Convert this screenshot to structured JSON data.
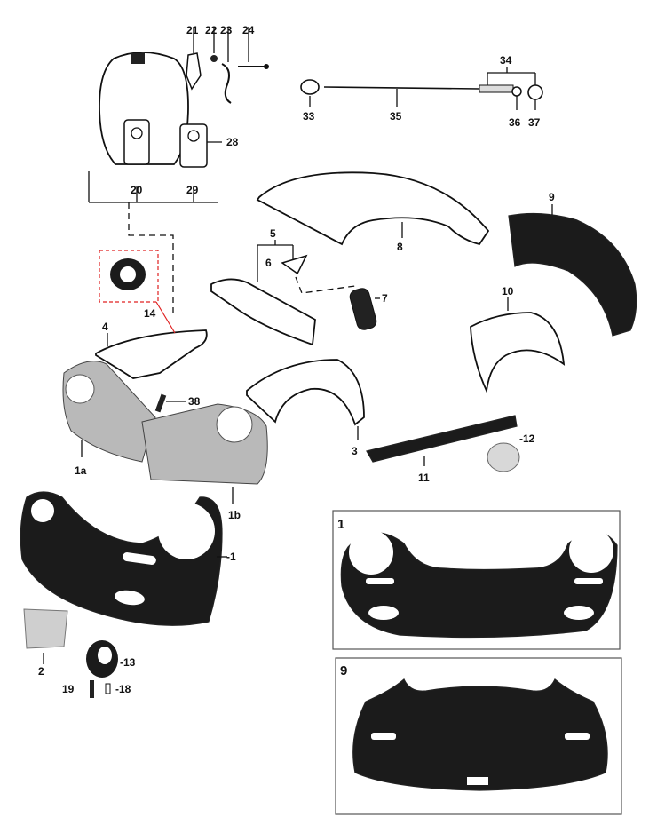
{
  "callouts": {
    "p21": "21",
    "p22": "22",
    "p23": "23",
    "p24": "24",
    "p28": "28",
    "p20": "20",
    "p29": "29",
    "p33": "33",
    "p34": "34",
    "p35": "35",
    "p36": "36",
    "p37": "37",
    "p8": "8",
    "p9": "9",
    "p5": "5",
    "p6": "6",
    "p7": "7",
    "p10": "10",
    "p14": "14",
    "p4": "4",
    "p38": "38",
    "p3": "3",
    "p11": "11",
    "p12": "-12",
    "p1a": "1a",
    "p1b": "1b",
    "p1": "-1",
    "p2": "2",
    "p13": "-13",
    "p19": "19",
    "p18": "-18"
  },
  "insets": {
    "inset1_label": "1",
    "inset9_label": "9"
  },
  "colors": {
    "highlight_box": "#e02020",
    "panel_dark": "#1b1b1b",
    "panel_steel": "#b9b9b9"
  }
}
